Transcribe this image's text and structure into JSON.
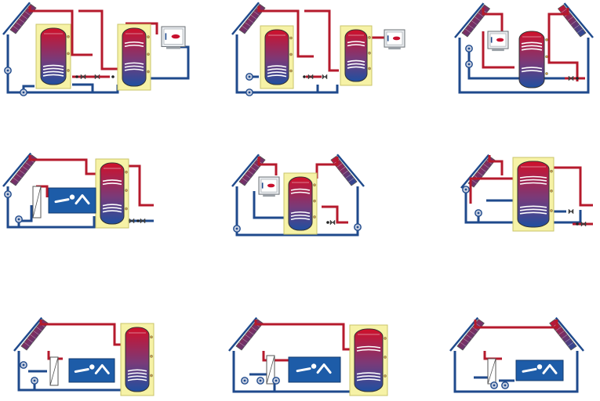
{
  "colors": {
    "hot": "#b51a2c",
    "cold": "#1f4a8c",
    "tankTop": "#c8102e",
    "tankBottom": "#1f4fa0",
    "yellow": "#f6f2a6",
    "yellowStroke": "#c9c46a",
    "collector": "#2b4fa0",
    "pool": "#1d5ca8",
    "gray": "#9aa0a6",
    "sensor": "#c8a14a"
  },
  "diagrams": [
    {
      "id": "two-tanks-boiler",
      "components": [
        "collector-left",
        "storage-tank-yellow",
        "storage-tank-yellow",
        "boiler",
        "pump",
        "pump"
      ]
    },
    {
      "id": "two-tanks-boiler-plain",
      "components": [
        "collector-left",
        "storage-tank-yellow",
        "storage-tank-yellow",
        "boiler",
        "pump"
      ]
    },
    {
      "id": "east-west-boiler",
      "components": [
        "collector-left",
        "collector-right",
        "storage-tank",
        "boiler",
        "pump"
      ]
    },
    {
      "id": "pool-and-tank",
      "components": [
        "collector-left",
        "heat-exchanger",
        "swimming-pool",
        "storage-tank-yellow",
        "pump"
      ]
    },
    {
      "id": "east-west-tank-boiler",
      "components": [
        "collector-left",
        "collector-right",
        "storage-tank-yellow",
        "boiler",
        "pump",
        "pump"
      ]
    },
    {
      "id": "tank-two-pumps",
      "components": [
        "collector-left",
        "storage-tank-yellow",
        "pump",
        "pump"
      ]
    },
    {
      "id": "pool-and-tank-2",
      "components": [
        "collector-left",
        "heat-exchanger",
        "swimming-pool",
        "storage-tank-yellow",
        "pump",
        "pump"
      ]
    },
    {
      "id": "pool-wide-tank",
      "components": [
        "collector-left",
        "heat-exchanger",
        "swimming-pool",
        "storage-tank-yellow",
        "pump",
        "pump",
        "pump"
      ]
    },
    {
      "id": "east-west-pool",
      "components": [
        "collector-left",
        "collector-right",
        "heat-exchanger",
        "swimming-pool",
        "pump",
        "pump"
      ]
    }
  ]
}
